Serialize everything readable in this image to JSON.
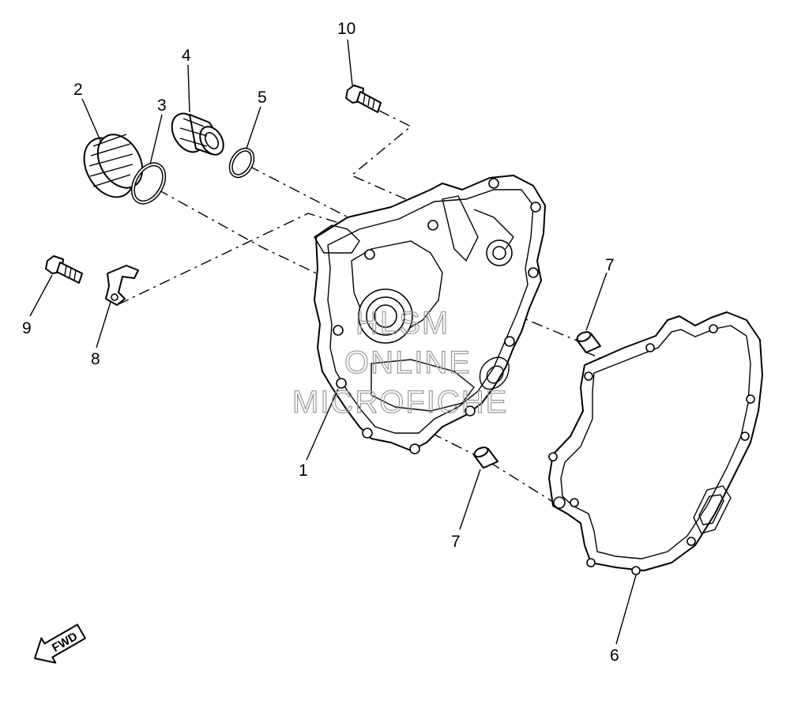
{
  "diagram": {
    "callouts": [
      {
        "id": "c1",
        "label": "1"
      },
      {
        "id": "c2",
        "label": "2"
      },
      {
        "id": "c3",
        "label": "3"
      },
      {
        "id": "c4",
        "label": "4"
      },
      {
        "id": "c5",
        "label": "5"
      },
      {
        "id": "c6",
        "label": "6"
      },
      {
        "id": "c7a",
        "label": "7"
      },
      {
        "id": "c7b",
        "label": "7"
      },
      {
        "id": "c8",
        "label": "8"
      },
      {
        "id": "c9",
        "label": "9"
      },
      {
        "id": "c10",
        "label": "10"
      }
    ],
    "watermark": [
      "HLSM",
      "ONLINE",
      "MICROFICHE"
    ],
    "fwd_arrow_label": "FWD"
  },
  "colors": {
    "line": "#000000",
    "watermark": "#9a9a9a",
    "background": "#ffffff"
  }
}
